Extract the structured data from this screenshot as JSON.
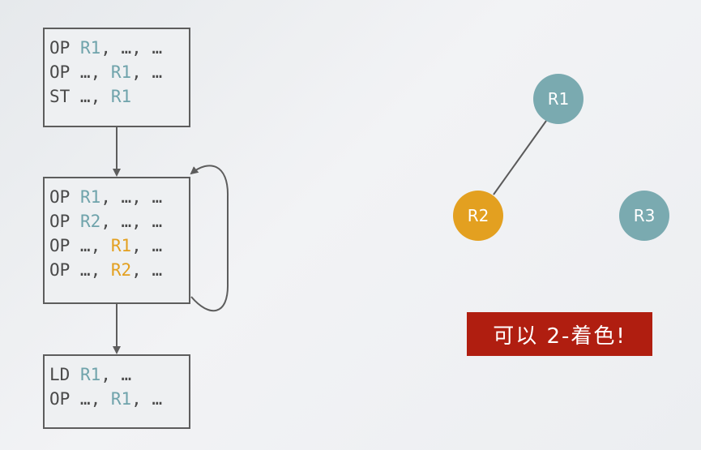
{
  "blocks": [
    {
      "id": "block-1",
      "lines": [
        [
          {
            "t": "OP "
          },
          {
            "t": "R1",
            "c": "teal"
          },
          {
            "t": ", …, …"
          }
        ],
        [
          {
            "t": "OP …, "
          },
          {
            "t": "R1",
            "c": "teal"
          },
          {
            "t": ", …"
          }
        ],
        [
          {
            "t": "ST …, "
          },
          {
            "t": "R1",
            "c": "teal"
          }
        ]
      ]
    },
    {
      "id": "block-2",
      "lines": [
        [
          {
            "t": "OP "
          },
          {
            "t": "R1",
            "c": "teal"
          },
          {
            "t": ", …, …"
          }
        ],
        [
          {
            "t": "OP "
          },
          {
            "t": "R2",
            "c": "teal"
          },
          {
            "t": ", …, …"
          }
        ],
        [
          {
            "t": "OP …, "
          },
          {
            "t": "R1",
            "c": "orange"
          },
          {
            "t": ", …"
          }
        ],
        [
          {
            "t": "OP …, "
          },
          {
            "t": "R2",
            "c": "orange"
          },
          {
            "t": ", …"
          }
        ]
      ]
    },
    {
      "id": "block-3",
      "lines": [
        [
          {
            "t": "LD "
          },
          {
            "t": "R1",
            "c": "teal"
          },
          {
            "t": ", …"
          }
        ],
        [
          {
            "t": "OP …, "
          },
          {
            "t": "R1",
            "c": "teal"
          },
          {
            "t": ", …"
          }
        ]
      ]
    }
  ],
  "graph": {
    "nodes": [
      {
        "id": "R1",
        "label": "R1",
        "color": "#7aaab0"
      },
      {
        "id": "R2",
        "label": "R2",
        "color": "#e3a020"
      },
      {
        "id": "R3",
        "label": "R3",
        "color": "#7aaab0"
      }
    ],
    "edges": [
      {
        "from": "R1",
        "to": "R2"
      }
    ]
  },
  "banner": {
    "text": "可以 2-着色!"
  },
  "colors": {
    "teal": "#6fa3ab",
    "orange": "#e3a020",
    "banner_bg": "#b01e10",
    "border": "#5d5d5d"
  }
}
